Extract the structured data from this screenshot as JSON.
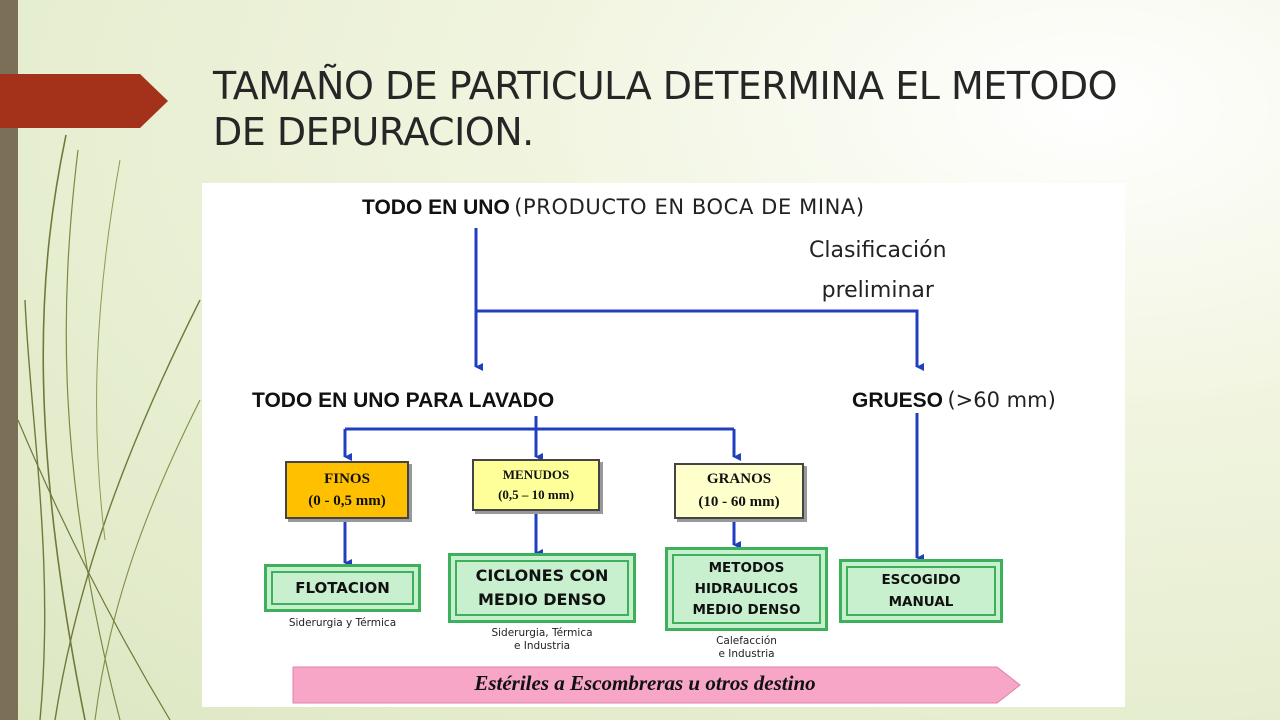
{
  "slide": {
    "title": "TAMAÑO DE PARTICULA DETERMINA EL METODO DE DEPURACION."
  },
  "colors": {
    "accent_arrow": "#a4321a",
    "sidebar": "#7b6f57",
    "flow_line": "#1f3fbf",
    "finos_fill": "#ffc000",
    "menudos_fill": "#ffff99",
    "granos_fill": "#ffffcc",
    "method_fill": "#c8f0cf",
    "method_border": "#3cb05a",
    "banner_fill": "#f7a6c8"
  },
  "diagram": {
    "top": {
      "main": "TODO EN UNO",
      "detail": "(PRODUCTO EN BOCA DE MINA)"
    },
    "classification": {
      "line1": "Clasificación",
      "line2": "preliminar"
    },
    "lavado_label": "TODO EN UNO PARA LAVADO",
    "grueso": {
      "main": "GRUESO",
      "detail": "(>60 mm)"
    },
    "sizes": [
      {
        "name": "FINOS",
        "range": "(0 - 0,5 mm)"
      },
      {
        "name": "MENUDOS",
        "range": "(0,5 – 10 mm)"
      },
      {
        "name": "GRANOS",
        "range": "(10 - 60 mm)"
      }
    ],
    "methods": [
      {
        "lines": [
          "FLOTACION"
        ],
        "note": [
          "Siderurgia y Térmica"
        ]
      },
      {
        "lines": [
          "CICLONES CON",
          "MEDIO DENSO"
        ],
        "note": [
          "Siderurgia, Térmica",
          "e Industria"
        ]
      },
      {
        "lines": [
          "METODOS",
          "HIDRAULICOS",
          "MEDIO DENSO"
        ],
        "note": [
          "Calefacción",
          "e Industria"
        ]
      },
      {
        "lines": [
          "ESCOGIDO",
          "MANUAL"
        ],
        "note": []
      }
    ],
    "banner": "Estériles a Escombreras u otros destino"
  },
  "icons": [
    "title-arrow-shape",
    "flow-arrowheads"
  ]
}
